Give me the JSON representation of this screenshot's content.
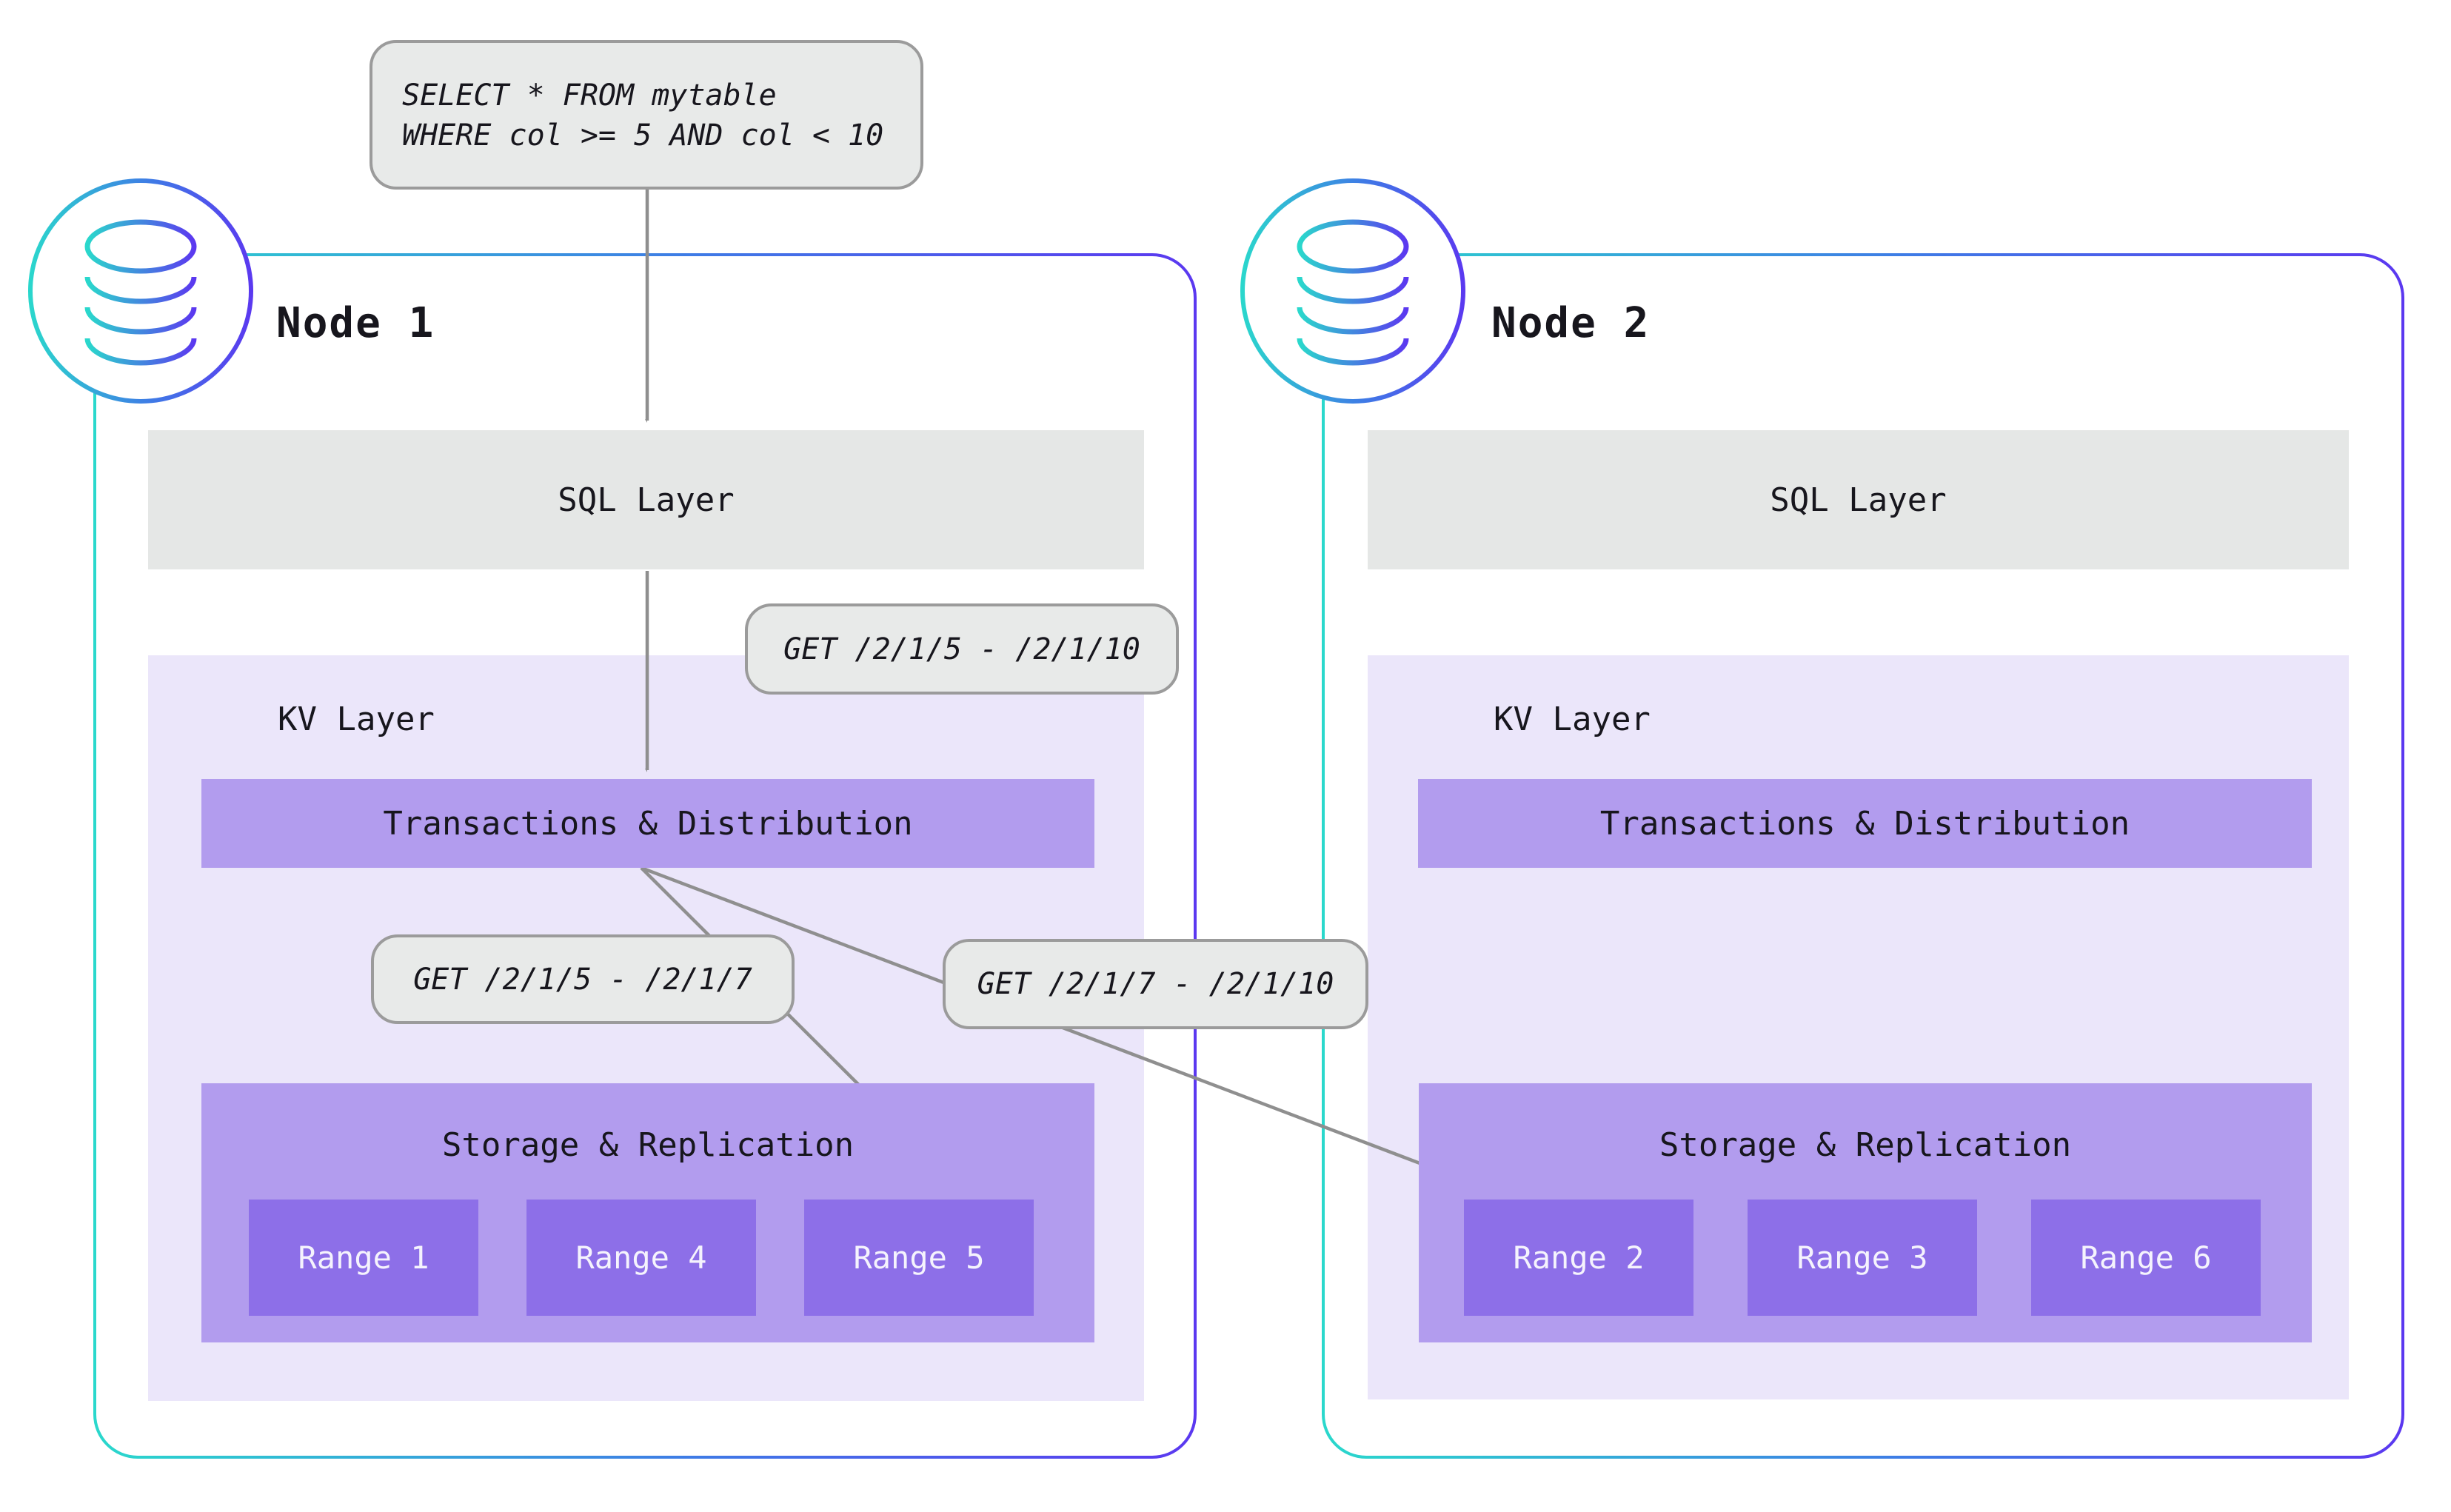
{
  "query_box": {
    "lines": [
      "SELECT * FROM mytable",
      "WHERE col >= 5 AND col < 10"
    ]
  },
  "request_labels": {
    "full_range": "GET /2/1/5 - /2/1/10",
    "left_split": "GET /2/1/5 - /2/1/7",
    "right_split": "GET /2/1/7 - /2/1/10"
  },
  "nodes": [
    {
      "title": "Node 1",
      "sql_layer_label": "SQL Layer",
      "kv_layer_label": "KV Layer",
      "transactions_label": "Transactions & Distribution",
      "storage_label": "Storage & Replication",
      "ranges": [
        "Range 1",
        "Range 4",
        "Range 5"
      ]
    },
    {
      "title": "Node 2",
      "sql_layer_label": "SQL Layer",
      "kv_layer_label": "KV Layer",
      "transactions_label": "Transactions & Distribution",
      "storage_label": "Storage & Replication",
      "ranges": [
        "Range 2",
        "Range 3",
        "Range 6"
      ]
    }
  ],
  "icons": [
    "database-icon",
    "database-icon"
  ],
  "colors": {
    "gradient_start": "#2ad8cc",
    "gradient_end": "#5b38f0",
    "layer_gray": "#e5e7e6",
    "note_gray": "#e8eae9",
    "note_border": "#9b9b9b",
    "kv_lavender": "#ebe6fa",
    "component_purple": "#b29cee",
    "range_purple": "#8d6fe8",
    "arrow_gray": "#8f8f8f",
    "text_dark": "#17161d",
    "range_text": "#f5f3fd"
  }
}
